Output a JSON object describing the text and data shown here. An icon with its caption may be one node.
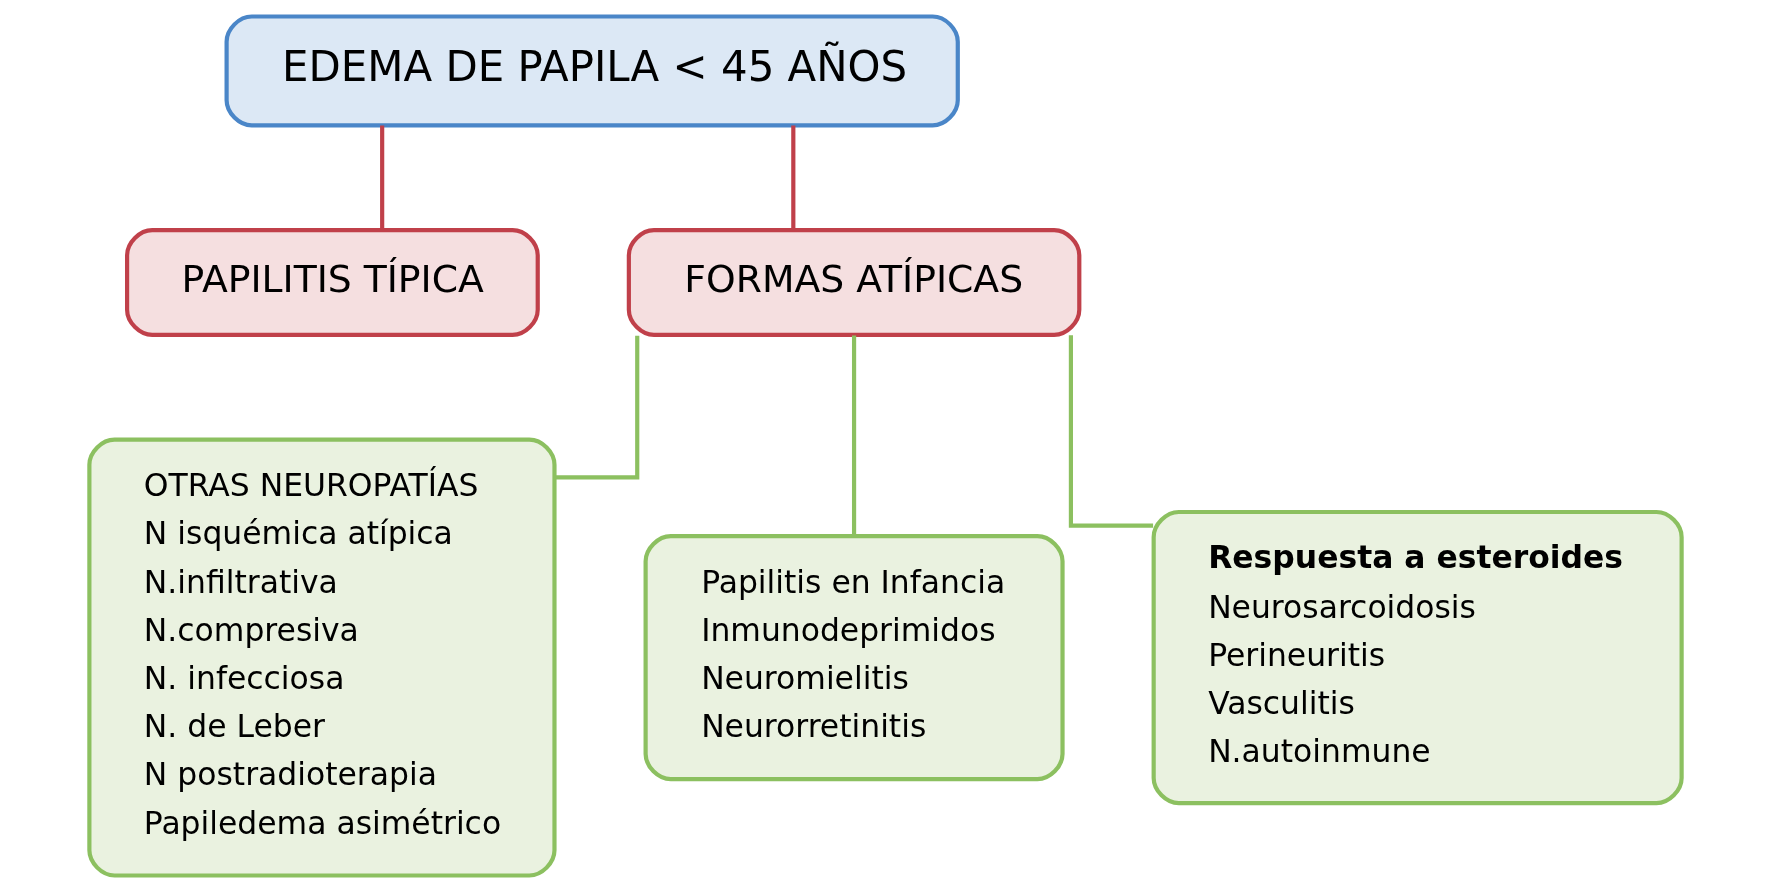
{
  "diagram": {
    "nodes": [
      {
        "text": [
          "EDEMA DE PAPILA < 45 AÑOS"
        ]
      },
      {
        "text": [
          "PAPILITIS TÍPICA"
        ]
      },
      {
        "text": [
          "FORMAS ATÍPICAS"
        ]
      },
      {
        "text": [
          "OTRAS NEUROPATÍAS",
          "N isquémica atípica",
          "N.infiltrativa",
          "N.compresiva",
          "N. infecciosa",
          "N. de Leber",
          "N postradioterapia",
          "Papiledema asimétrico"
        ]
      },
      {
        "text": [
          "Papilitis en Infancia",
          "Inmunodeprimidos",
          "Neuromielitis",
          "Neurorretinitis"
        ]
      },
      {
        "text": [
          "Respuesta a esteroides",
          "Neurosarcoidosis",
          "Perineuritis",
          "Vasculitis",
          "N.autoinmune"
        ]
      }
    ],
    "edges": [
      {
        "from": 0,
        "to": 1,
        "arrow": "none",
        "color": "#c0404a"
      },
      {
        "from": 0,
        "to": 2,
        "arrow": "none",
        "color": "#c0404a"
      },
      {
        "from": 2,
        "to": 3,
        "arrow": "none"
      },
      {
        "from": 2,
        "to": 4,
        "arrow": "none"
      },
      {
        "from": 2,
        "to": 5,
        "arrow": "none"
      }
    ]
  }
}
